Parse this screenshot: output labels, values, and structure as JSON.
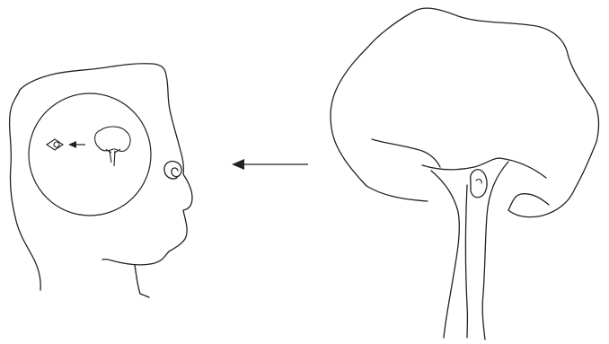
{
  "diagram": {
    "type": "line-drawing",
    "elements": [
      "head-in-profile",
      "thought-circle",
      "inner-eye-icon",
      "inner-arrow",
      "inner-tree-icon",
      "ear",
      "perception-arrow",
      "tree"
    ]
  },
  "colors": {
    "background": "#ffffff",
    "stroke": "#222222"
  }
}
